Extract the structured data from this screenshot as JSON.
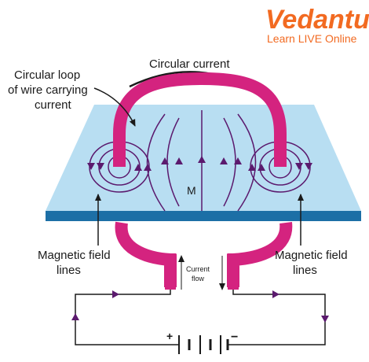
{
  "brand": {
    "name": "Vedantu",
    "tagline": "Learn LIVE Online",
    "color": "#f26a21"
  },
  "labels": {
    "circular_current": "Circular current",
    "loop_line1": "Circular loop",
    "loop_line2": "of wire carrying",
    "loop_line3": "current",
    "center": "M",
    "field_left_line1": "Magnetic field",
    "field_left_line2": "lines",
    "field_right_line1": "Magnetic field",
    "field_right_line2": "lines",
    "current_flow_line1": "Current",
    "current_flow_line2": "flow",
    "plus": "+",
    "minus": "−"
  },
  "colors": {
    "wire": "#d4237f",
    "field_lines": "#5b1a6e",
    "plane_top": "#b8def2",
    "plane_front": "#1c6fa6",
    "text": "#1a1a1a"
  }
}
